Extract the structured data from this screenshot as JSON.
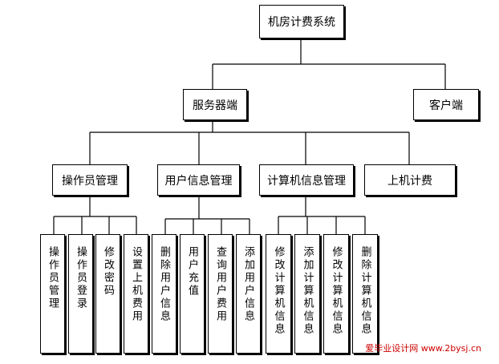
{
  "diagram": {
    "root": "机房计费系统",
    "server": "服务器端",
    "client": "客户端",
    "modules": [
      {
        "label": "操作员管理",
        "children": [
          "操作员管理",
          "操作员登录",
          "修改密码",
          "设置上机费用"
        ]
      },
      {
        "label": "用户信息管理",
        "children": [
          "删除用户信息",
          "用户充值",
          "查询用户费用",
          "添加用户信息"
        ]
      },
      {
        "label": "计算机信息管理",
        "children": [
          "修改计算机信息",
          "添加计算机信息",
          "修改计算机信息",
          "删除计算机信息"
        ]
      },
      {
        "label": "上机计费",
        "children": []
      }
    ]
  },
  "watermark": "爱毕业设计网 www.2bysj.cn"
}
